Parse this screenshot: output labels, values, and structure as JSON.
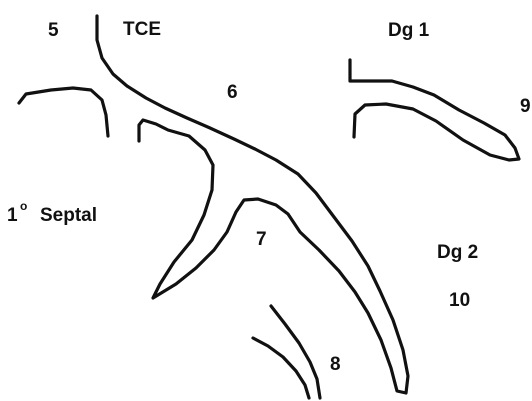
{
  "labels": {
    "segment_5": "5",
    "tce": "TCE",
    "dg1": "Dg 1",
    "segment_6": "6",
    "segment_9": "9",
    "septal_superscript": "o",
    "septal_number": "1",
    "septal_text": "Septal",
    "segment_7": "7",
    "dg2": "Dg 2",
    "segment_10": "10",
    "segment_8": "8"
  }
}
